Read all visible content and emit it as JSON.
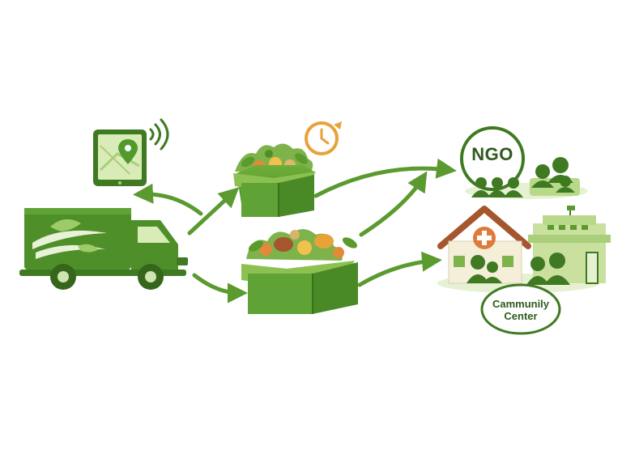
{
  "nodes": {
    "ngo": {
      "label": "NGO"
    },
    "community_center": {
      "line1": "Cammunily",
      "line2": "Center"
    }
  },
  "icons": [
    "delivery-truck-icon",
    "tablet-map-pin-icon",
    "signal-waves-icon",
    "clock-icon",
    "produce-box-icon",
    "hospital-icon",
    "people-group-icon",
    "building-icon"
  ],
  "colors": {
    "primary_green": "#5a9a2e",
    "dark_green": "#3f7a22",
    "light_green": "#b9d98a",
    "pale_green": "#e6f1d3",
    "accent_orange": "#e8a23a",
    "roof_brown": "#a5562e",
    "cross_orange": "#e07a3a",
    "text": "#2f5a1c"
  }
}
